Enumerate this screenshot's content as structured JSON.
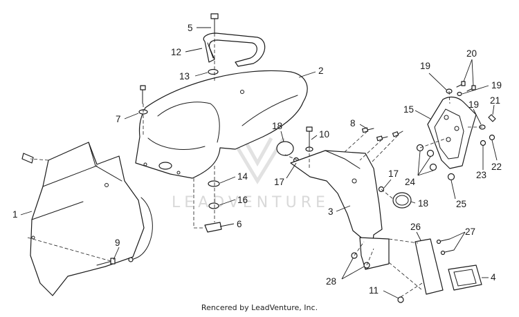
{
  "watermark": {
    "brand_text": "LEADVENTURE"
  },
  "footer": {
    "credit": "Rencered by LeadVenture, Inc."
  },
  "callouts": {
    "c1": "1",
    "c2": "2",
    "c3": "3",
    "c4": "4",
    "c5": "5",
    "c6": "6",
    "c7": "7",
    "c8": "8",
    "c9": "9",
    "c10": "10",
    "c11": "11",
    "c12": "12",
    "c13": "13",
    "c14": "14",
    "c15": "15",
    "c16": "16",
    "c17a": "17",
    "c17b": "17",
    "c18a": "18",
    "c18b": "18",
    "c19a": "19",
    "c19b": "19",
    "c19c": "19",
    "c20": "20",
    "c21": "21",
    "c22": "22",
    "c23": "23",
    "c24": "24",
    "c25": "25",
    "c26": "26",
    "c27": "27",
    "c28": "28"
  }
}
